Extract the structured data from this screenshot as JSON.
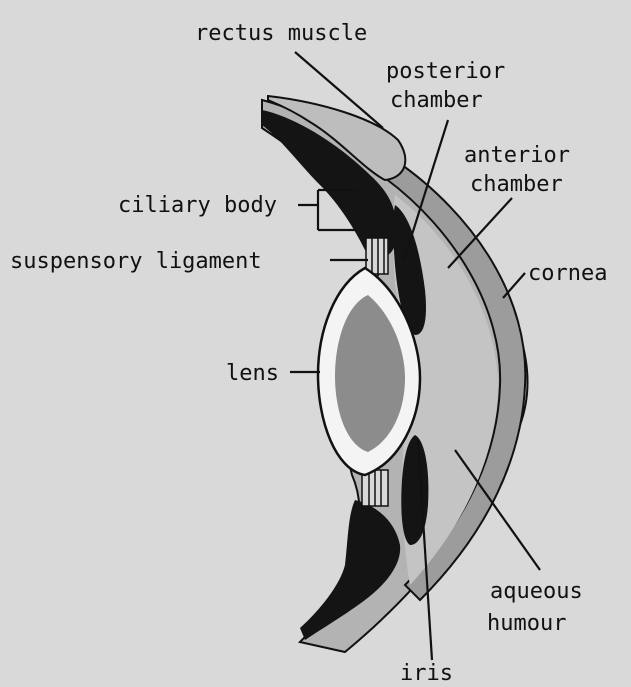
{
  "diagram": {
    "labels": {
      "rectus_muscle": "rectus muscle",
      "posterior_chamber": [
        "posterior",
        "chamber"
      ],
      "anterior_chamber": [
        "anterior",
        "chamber"
      ],
      "ciliary_body": "ciliary body",
      "suspensory_ligament": "suspensory ligament",
      "cornea": "cornea",
      "lens": "lens",
      "aqueous_humour": [
        "aqueous",
        "humour"
      ],
      "iris": "iris"
    },
    "colors": {
      "background": "#d9d9d9",
      "sclera": "#b3b3b3",
      "ciliary_iris": "#141414",
      "aqueous": "#c2c2c2",
      "lens_outer": "#f4f4f4",
      "lens_inner": "#8c8c8c",
      "ink": "#111111"
    }
  }
}
